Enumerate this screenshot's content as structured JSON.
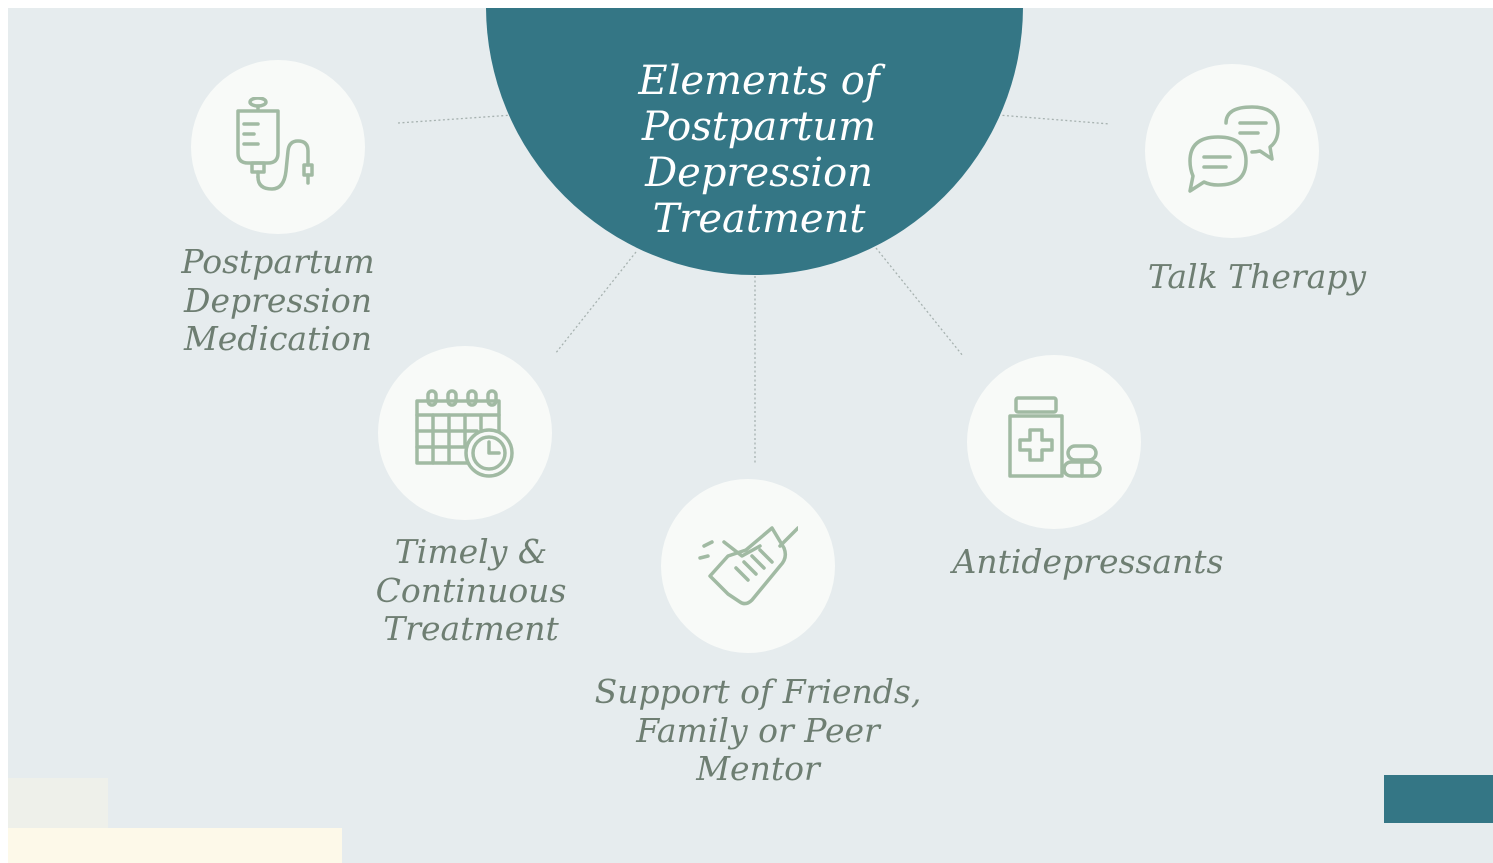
{
  "diagram": {
    "title_lines": [
      "Elements of",
      "Postpartum",
      "Depression",
      "Treatment"
    ],
    "colors": {
      "hub": "#347685",
      "background": "#e6ecee",
      "node_fill": "#f8faf8",
      "icon": "#a1baa3",
      "label": "#6e7e72"
    },
    "nodes": [
      {
        "id": "medication",
        "icon": "iv-drip-icon",
        "label_lines": [
          "Postpartum",
          "Depression",
          "Medication"
        ]
      },
      {
        "id": "timely",
        "icon": "calendar-clock-icon",
        "label_lines": [
          "Timely &",
          "Continuous",
          "Treatment"
        ]
      },
      {
        "id": "support",
        "icon": "handshake-icon",
        "label_lines": [
          "Support of Friends,",
          "Family or Peer",
          "Mentor"
        ]
      },
      {
        "id": "antidepressants",
        "icon": "pill-bottle-icon",
        "label_lines": [
          "Antidepressants"
        ]
      },
      {
        "id": "talk",
        "icon": "speech-bubbles-icon",
        "label_lines": [
          "Talk Therapy"
        ]
      }
    ]
  }
}
